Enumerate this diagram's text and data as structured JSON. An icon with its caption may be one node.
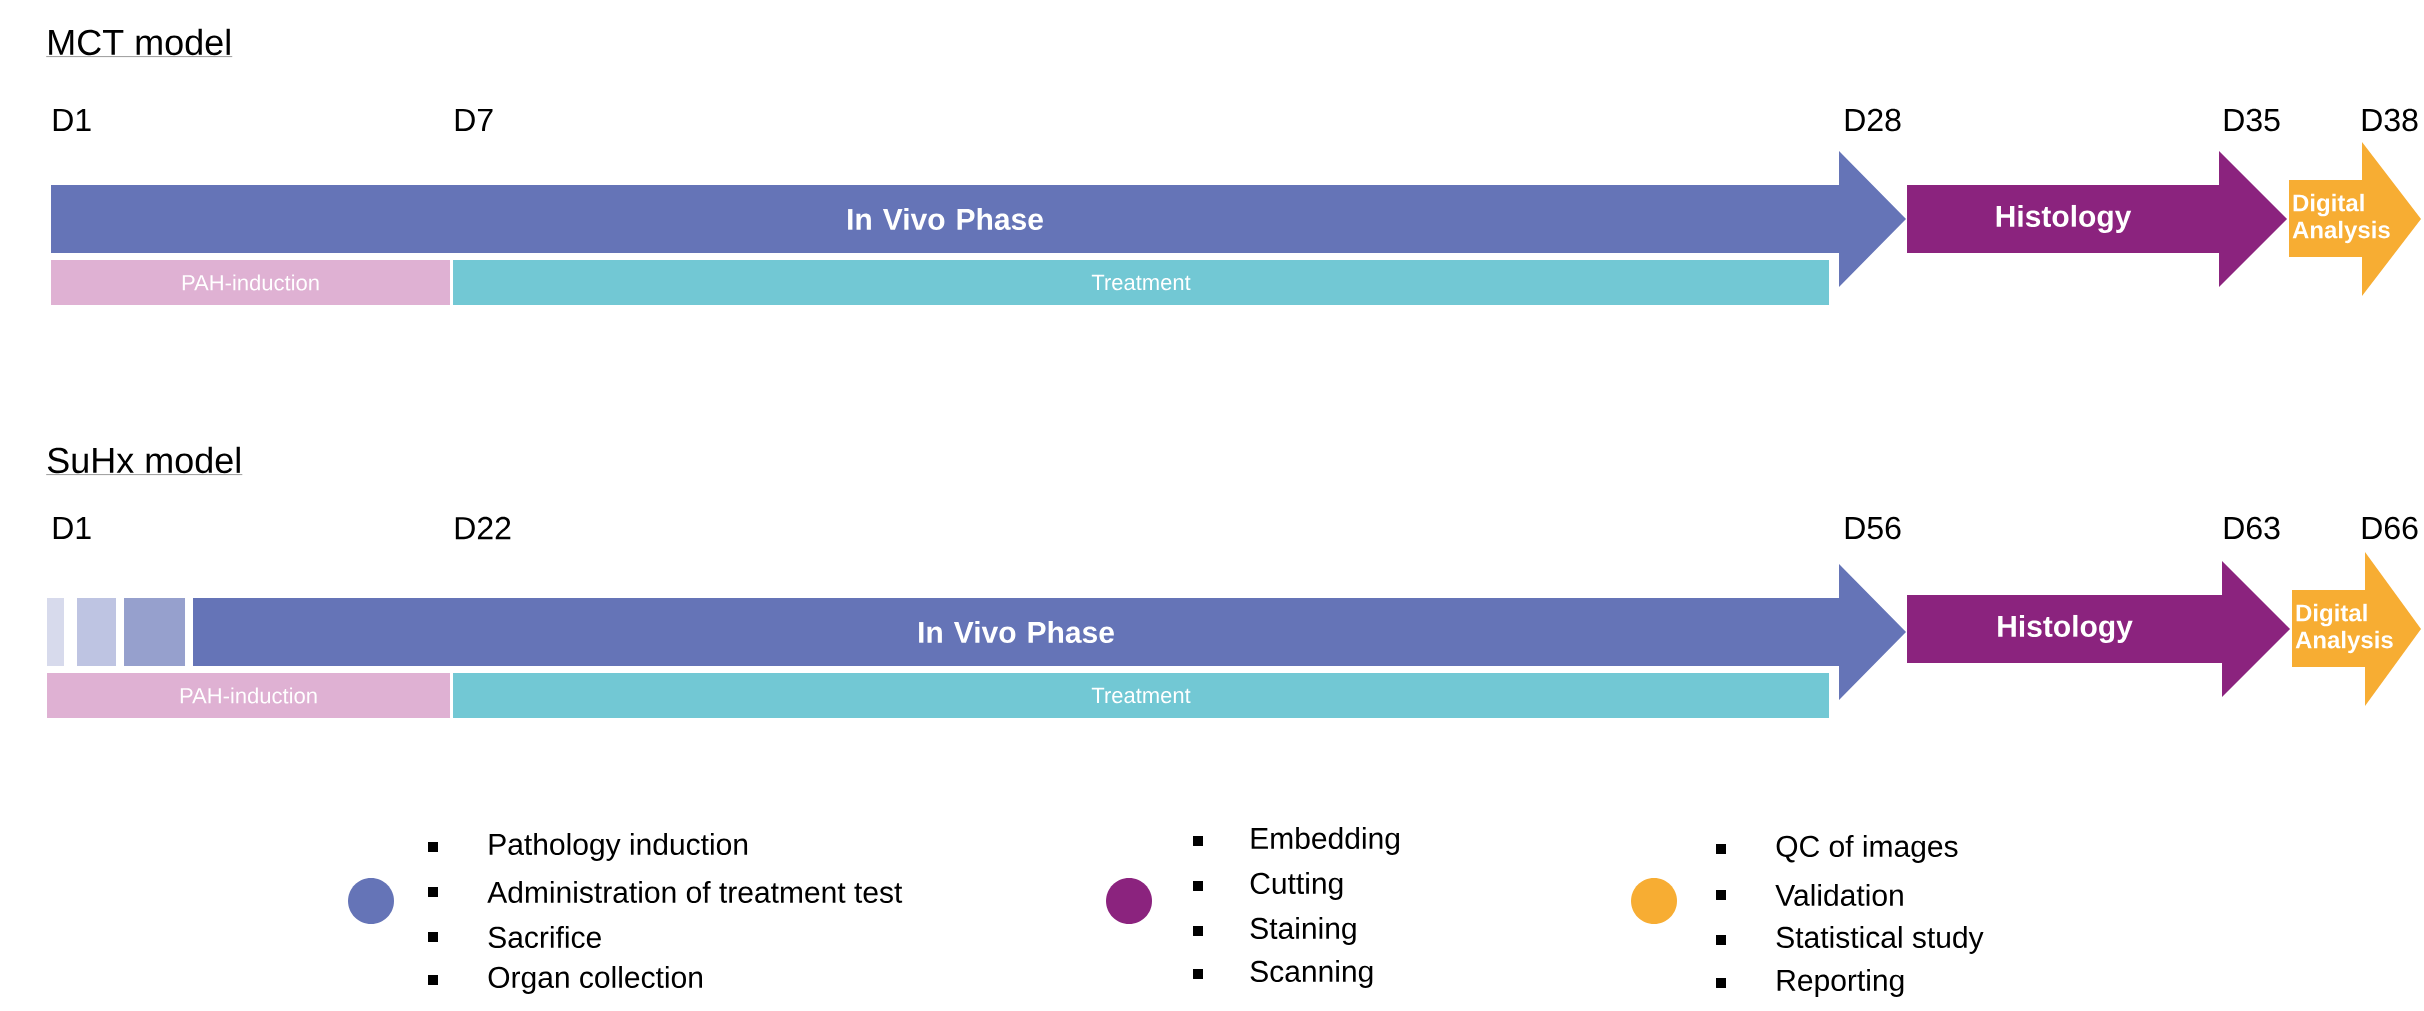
{
  "diagram": {
    "nodes": [
      {
        "text": [
          "In Vivo Phase"
        ]
      },
      {
        "text": [
          "Histology"
        ]
      },
      {
        "text": [
          "Digital Analysis"
        ]
      },
      {
        "text": [
          "PAH-induction"
        ]
      },
      {
        "text": [
          "Treatment"
        ]
      },
      {
        "text": [],
        "shape": "bar"
      },
      {
        "text": [],
        "shape": "bar"
      },
      {
        "text": [],
        "shape": "bar"
      },
      {
        "text": [
          "In Vivo Phase"
        ]
      },
      {
        "text": [
          "Histology"
        ]
      },
      {
        "text": [
          "Digital Analysis"
        ]
      },
      {
        "text": [
          "PAH-induction"
        ]
      },
      {
        "text": [
          "Treatment"
        ]
      }
    ],
    "labels": [
      "MCT model",
      "D1",
      "D7",
      "D28",
      "D35",
      "D38",
      "SuHx model",
      "D1",
      "D22",
      "D56",
      "D63",
      "D66"
    ],
    "legend": [
      {
        "text": "Pathology induction",
        "color": "#6574b7"
      },
      {
        "text": "Administration of treatment test"
      },
      {
        "text": "Sacrifice"
      },
      {
        "text": "Organ collection"
      },
      {
        "text": "Embedding",
        "color": "#8b237e"
      },
      {
        "text": "Cutting"
      },
      {
        "text": "Staining"
      },
      {
        "text": "Scanning"
      },
      {
        "text": "QC of images",
        "color": "#f7ad33"
      },
      {
        "text": "Validation"
      },
      {
        "text": "Statistical study"
      },
      {
        "text": "Reporting"
      }
    ]
  }
}
